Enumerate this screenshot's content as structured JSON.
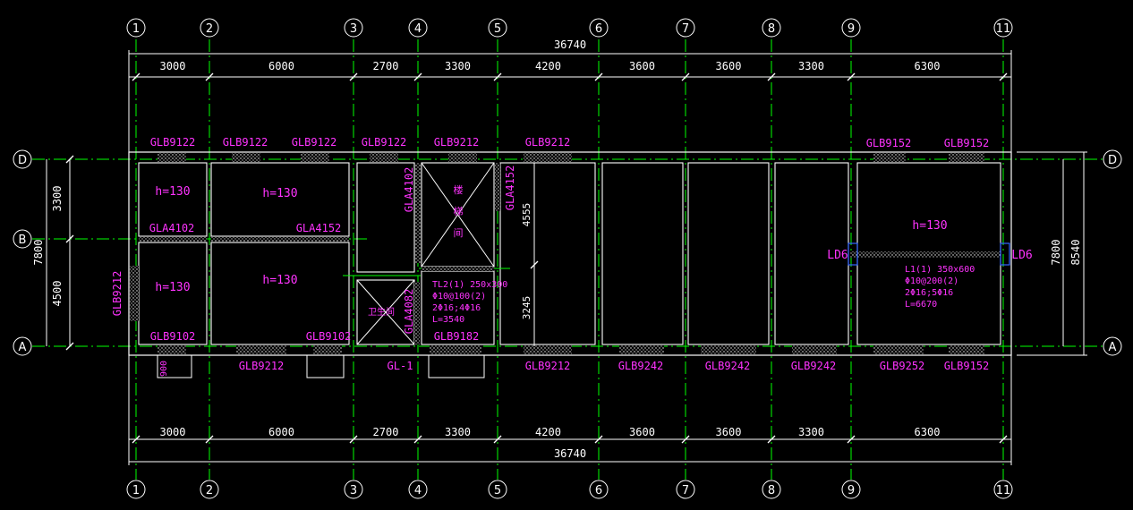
{
  "axes": {
    "columns": [
      "1",
      "2",
      "3",
      "4",
      "5",
      "6",
      "7",
      "8",
      "9",
      "11"
    ],
    "rows": [
      "D",
      "B",
      "A"
    ]
  },
  "dims": {
    "overall": "36740",
    "bays": [
      "3000",
      "6000",
      "2700",
      "3300",
      "4200",
      "3600",
      "3600",
      "3300",
      "6300"
    ],
    "left_overall": "7800",
    "left_parts": [
      "3300",
      "4500"
    ],
    "right_inner": "7800",
    "right_outer": "8540",
    "stair_upper": "4555",
    "stair_lower": "3245",
    "wall_stub": "900"
  },
  "beams_top": [
    "GLB9122",
    "GLB9122",
    "GLB9122",
    "GLB9122",
    "GLB9212",
    "GLB9212",
    "GLB9152",
    "GLB9152"
  ],
  "beams_bottom": [
    "GLB9212",
    "GLB9212",
    "GLB9242",
    "GLB9242",
    "GLB9242",
    "GLB9252",
    "GLB9152"
  ],
  "beams_inner": {
    "gla_b1": "GLA4102",
    "gla_b2": "GLA4152",
    "left_vertical": "GLB9212",
    "bottom_a1": "GLB9102",
    "bottom_a2": "GLB9102",
    "stair_left": "GLA4102",
    "stair_right": "GLA4152",
    "wc_right": "GLA4082",
    "bottom_5": "GLB9182",
    "gl": "GL-1"
  },
  "slabs": [
    "h=130",
    "h=130",
    "h=130",
    "h=130",
    "h=130"
  ],
  "rooms": {
    "stair": [
      "楼",
      "梯",
      "间"
    ],
    "wc": "卫生间"
  },
  "beam_tl": [
    "TL2(1) 250x300",
    "Φ10@100(2)",
    "2Φ16;4Φ16",
    "L=3540"
  ],
  "beam_l1": [
    "L1(1) 350x600",
    "Φ10@200(2)",
    "2Φ16;5Φ16",
    "L=6670"
  ],
  "ld": [
    "LD6",
    "LD6"
  ],
  "colors": {
    "axis_line": "#00ff00",
    "wall": "#ffffff",
    "text": "#ff33ff",
    "grid_dash": "#00ff00"
  }
}
